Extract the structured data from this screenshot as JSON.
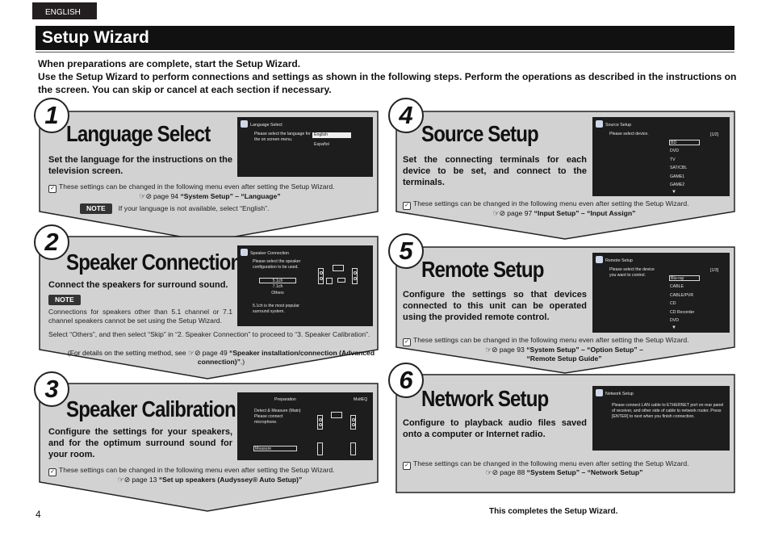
{
  "lang_tab": "ENGLISH",
  "title": "Setup Wizard",
  "intro_line1": "When preparations are complete, start the Setup Wizard.",
  "intro_line2": "Use the Setup Wizard to perform connections and settings as shown in the following steps. Perform the operations as described in the instructions on the screen. You can skip or cancel at each section if necessary.",
  "steps": [
    {
      "number": "1",
      "title": "Language Select",
      "desc": "Set the language for the instructions on the television screen.",
      "note": "These settings can be changed in the following menu even after setting the Setup Wizard.",
      "ref_page": "page 94",
      "ref_menu": "“System Setup” – “Language”",
      "note_badge": "NOTE",
      "note_text": "If your language is not available, select “English”.",
      "screen": {
        "header": "Language Select",
        "text": "Please select the language for the on screen menu.",
        "options": [
          "English",
          "Español"
        ]
      }
    },
    {
      "number": "2",
      "title": "Speaker Connection",
      "desc": "Connect the speakers for surround sound.",
      "note_badge": "NOTE",
      "note_text": "Connections for speakers other than 5.1 channel or 7.1 channel speakers cannot be set using the Setup Wizard.",
      "extra1": "Select “Others”, and then select “Skip” in “2. Speaker Connection” to proceed to “3. Speaker Calibration”.",
      "extra2_pre": "(For details on the setting method, see",
      "ref_page": "page 49",
      "ref_menu": "“Speaker installation/connection (Advanced connection)”",
      "extra2_post": ".)",
      "screen": {
        "header": "Speaker Connection",
        "text": "Please select the speaker configuration to be used.",
        "options": [
          "5.1ch",
          "7.1ch",
          "Others"
        ],
        "foot": "5.1ch is the most popular surround system."
      }
    },
    {
      "number": "3",
      "title": "Speaker Calibration",
      "desc": "Configure the settings for your speakers, and for the optimum surround sound for your room.",
      "note": "These settings can be changed in the following menu even after setting the Setup Wizard.",
      "ref_page": "page 13",
      "ref_menu": "“Set up speakers (Audyssey® Auto Setup)”",
      "screen": {
        "header": "Preparation",
        "header_right": "MultEQ",
        "text": "Detect & Measure (Main) Please connect microphone.",
        "options": [
          "Measure"
        ]
      }
    },
    {
      "number": "4",
      "title": "Source Setup",
      "desc": "Set the connecting terminals for each device to be set, and connect to the terminals.",
      "note": "These settings can be changed in the following menu even after setting the Setup Wizard.",
      "ref_page": "page 97",
      "ref_menu": "“Input Setup” – “Input Assign”",
      "screen": {
        "header": "Source Setup",
        "text": "Please select device.",
        "page": "[1/2]",
        "options": [
          "BD",
          "DVD",
          "TV",
          "SAT/CBL",
          "GAME1",
          "GAME2"
        ]
      }
    },
    {
      "number": "5",
      "title": "Remote Setup",
      "desc": "Configure the settings so that devices connected to this unit can be operated using the provided remote control.",
      "note": "These settings can be changed in the following menu even after setting the Setup Wizard.",
      "ref_page": "page 93",
      "ref_menu": "“System Setup” – “Option Setup” –",
      "ref_menu2": "“Remote Setup Guide”",
      "screen": {
        "header": "Remote Setup",
        "text": "Please select the device you want to control.",
        "page": "[1/3]",
        "options": [
          "Blu-ray",
          "CABLE",
          "CABLE/PVR",
          "CD",
          "CD Recorder",
          "DVD"
        ]
      }
    },
    {
      "number": "6",
      "title": "Network Setup",
      "desc": "Configure to playback audio files saved onto a computer or Internet radio.",
      "note": "These settings can be changed in the following menu even after setting the Setup Wizard.",
      "ref_page": "page 88",
      "ref_menu": "“System Setup” – “Network Setup”",
      "screen": {
        "header": "Network Setup",
        "text": "Please connect LAN cable to ETHERNET port on rear panel of receiver, and other side of cable to network router. Press [ENTER] to next when you finish connection."
      }
    }
  ],
  "page_number": "4",
  "complete_text": "This completes the Setup Wizard."
}
